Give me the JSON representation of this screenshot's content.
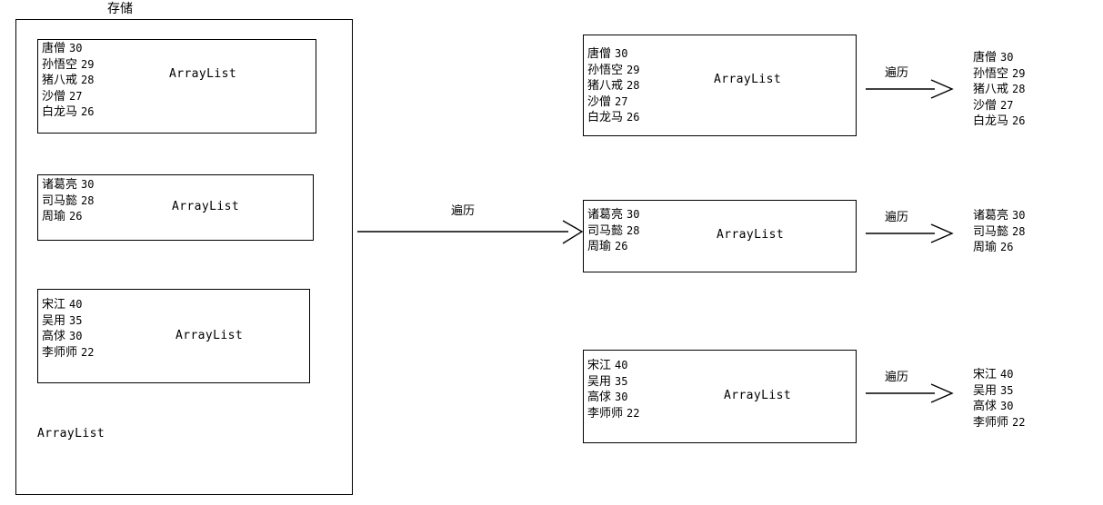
{
  "diagram": {
    "title": "存储",
    "outer_box_type": "ArrayList",
    "element_type_label": "ArrayList",
    "traverse_label": "遍历",
    "source_lists": [
      {
        "type": "ArrayList",
        "items": [
          {
            "name": "唐僧",
            "age": "30"
          },
          {
            "name": "孙悟空",
            "age": "29"
          },
          {
            "name": "猪八戒",
            "age": "28"
          },
          {
            "name": "沙僧",
            "age": "27"
          },
          {
            "name": "白龙马",
            "age": "26"
          }
        ]
      },
      {
        "type": "ArrayList",
        "items": [
          {
            "name": "诸葛亮",
            "age": "30"
          },
          {
            "name": "司马懿",
            "age": "28"
          },
          {
            "name": "周瑜",
            "age": "26"
          }
        ]
      },
      {
        "type": "ArrayList",
        "items": [
          {
            "name": "宋江",
            "age": "40"
          },
          {
            "name": "吴用",
            "age": "35"
          },
          {
            "name": "高俅",
            "age": "30"
          },
          {
            "name": "李师师",
            "age": "22"
          }
        ]
      }
    ],
    "middle_lists": [
      {
        "type": "ArrayList",
        "items": [
          {
            "name": "唐僧",
            "age": "30"
          },
          {
            "name": "孙悟空",
            "age": "29"
          },
          {
            "name": "猪八戒",
            "age": "28"
          },
          {
            "name": "沙僧",
            "age": "27"
          },
          {
            "name": "白龙马",
            "age": "26"
          }
        ]
      },
      {
        "type": "ArrayList",
        "items": [
          {
            "name": "诸葛亮",
            "age": "30"
          },
          {
            "name": "司马懿",
            "age": "28"
          },
          {
            "name": "周瑜",
            "age": "26"
          }
        ]
      },
      {
        "type": "ArrayList",
        "items": [
          {
            "name": "宋江",
            "age": "40"
          },
          {
            "name": "吴用",
            "age": "35"
          },
          {
            "name": "高俅",
            "age": "30"
          },
          {
            "name": "李师师",
            "age": "22"
          }
        ]
      }
    ],
    "result_lists": [
      {
        "items": [
          {
            "name": "唐僧",
            "age": "30"
          },
          {
            "name": "孙悟空",
            "age": "29"
          },
          {
            "name": "猪八戒",
            "age": "28"
          },
          {
            "name": "沙僧",
            "age": "27"
          },
          {
            "name": "白龙马",
            "age": "26"
          }
        ]
      },
      {
        "items": [
          {
            "name": "诸葛亮",
            "age": "30"
          },
          {
            "name": "司马懿",
            "age": "28"
          },
          {
            "name": "周瑜",
            "age": "26"
          }
        ]
      },
      {
        "items": [
          {
            "name": "宋江",
            "age": "40"
          },
          {
            "name": "吴用",
            "age": "35"
          },
          {
            "name": "高俅",
            "age": "30"
          },
          {
            "name": "李师师",
            "age": "22"
          }
        ]
      }
    ],
    "arrows": [
      {
        "label": "遍历",
        "name": "main-traverse-arrow"
      },
      {
        "label": "遍历",
        "name": "row1-traverse-arrow"
      },
      {
        "label": "遍历",
        "name": "row2-traverse-arrow"
      },
      {
        "label": "遍历",
        "name": "row3-traverse-arrow"
      }
    ],
    "colors": {
      "stroke": "#000000",
      "background": "#ffffff",
      "text": "#000000"
    }
  }
}
